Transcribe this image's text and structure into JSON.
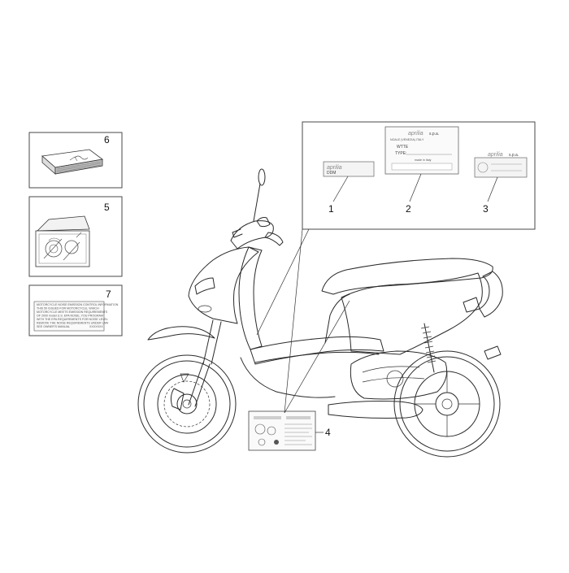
{
  "callouts": {
    "c1": "1",
    "c2": "2",
    "c3": "3",
    "c4": "4",
    "c5": "5",
    "c6": "6",
    "c7": "7"
  },
  "decal1": {
    "brand": "aprilia",
    "model": "DDM"
  },
  "decal2": {
    "brand": "aprilia",
    "company": "s.p.a.",
    "address": "NOALE (VENEZIA) ITALY",
    "line1": "WTTE",
    "line2": "TYPE:",
    "made_in": "made in Italy"
  },
  "decal3": {
    "brand": "aprilia",
    "company": "s.p.a."
  },
  "decal7": {
    "lines": [
      "MOTORCYCLE NOISE EMISSION CONTROL INFORMATION",
      "THIS 50 ISSUED FOR MOTORCYCLE, WHICH",
      "MOTORCYCLE MEETS EMISSION REQUIREMENTS",
      "OF 2000 model U.S. EPA NOISE, YOU PROGRAM",
      "WITH THE EPA REQUIREMENTS FOR NOISE LEVEL",
      "REMOVE THE NOISE REQUIREMENTS UNDER LAW",
      "SEE OWNER'S MANUAL"
    ],
    "code": "XXXXXXX"
  }
}
